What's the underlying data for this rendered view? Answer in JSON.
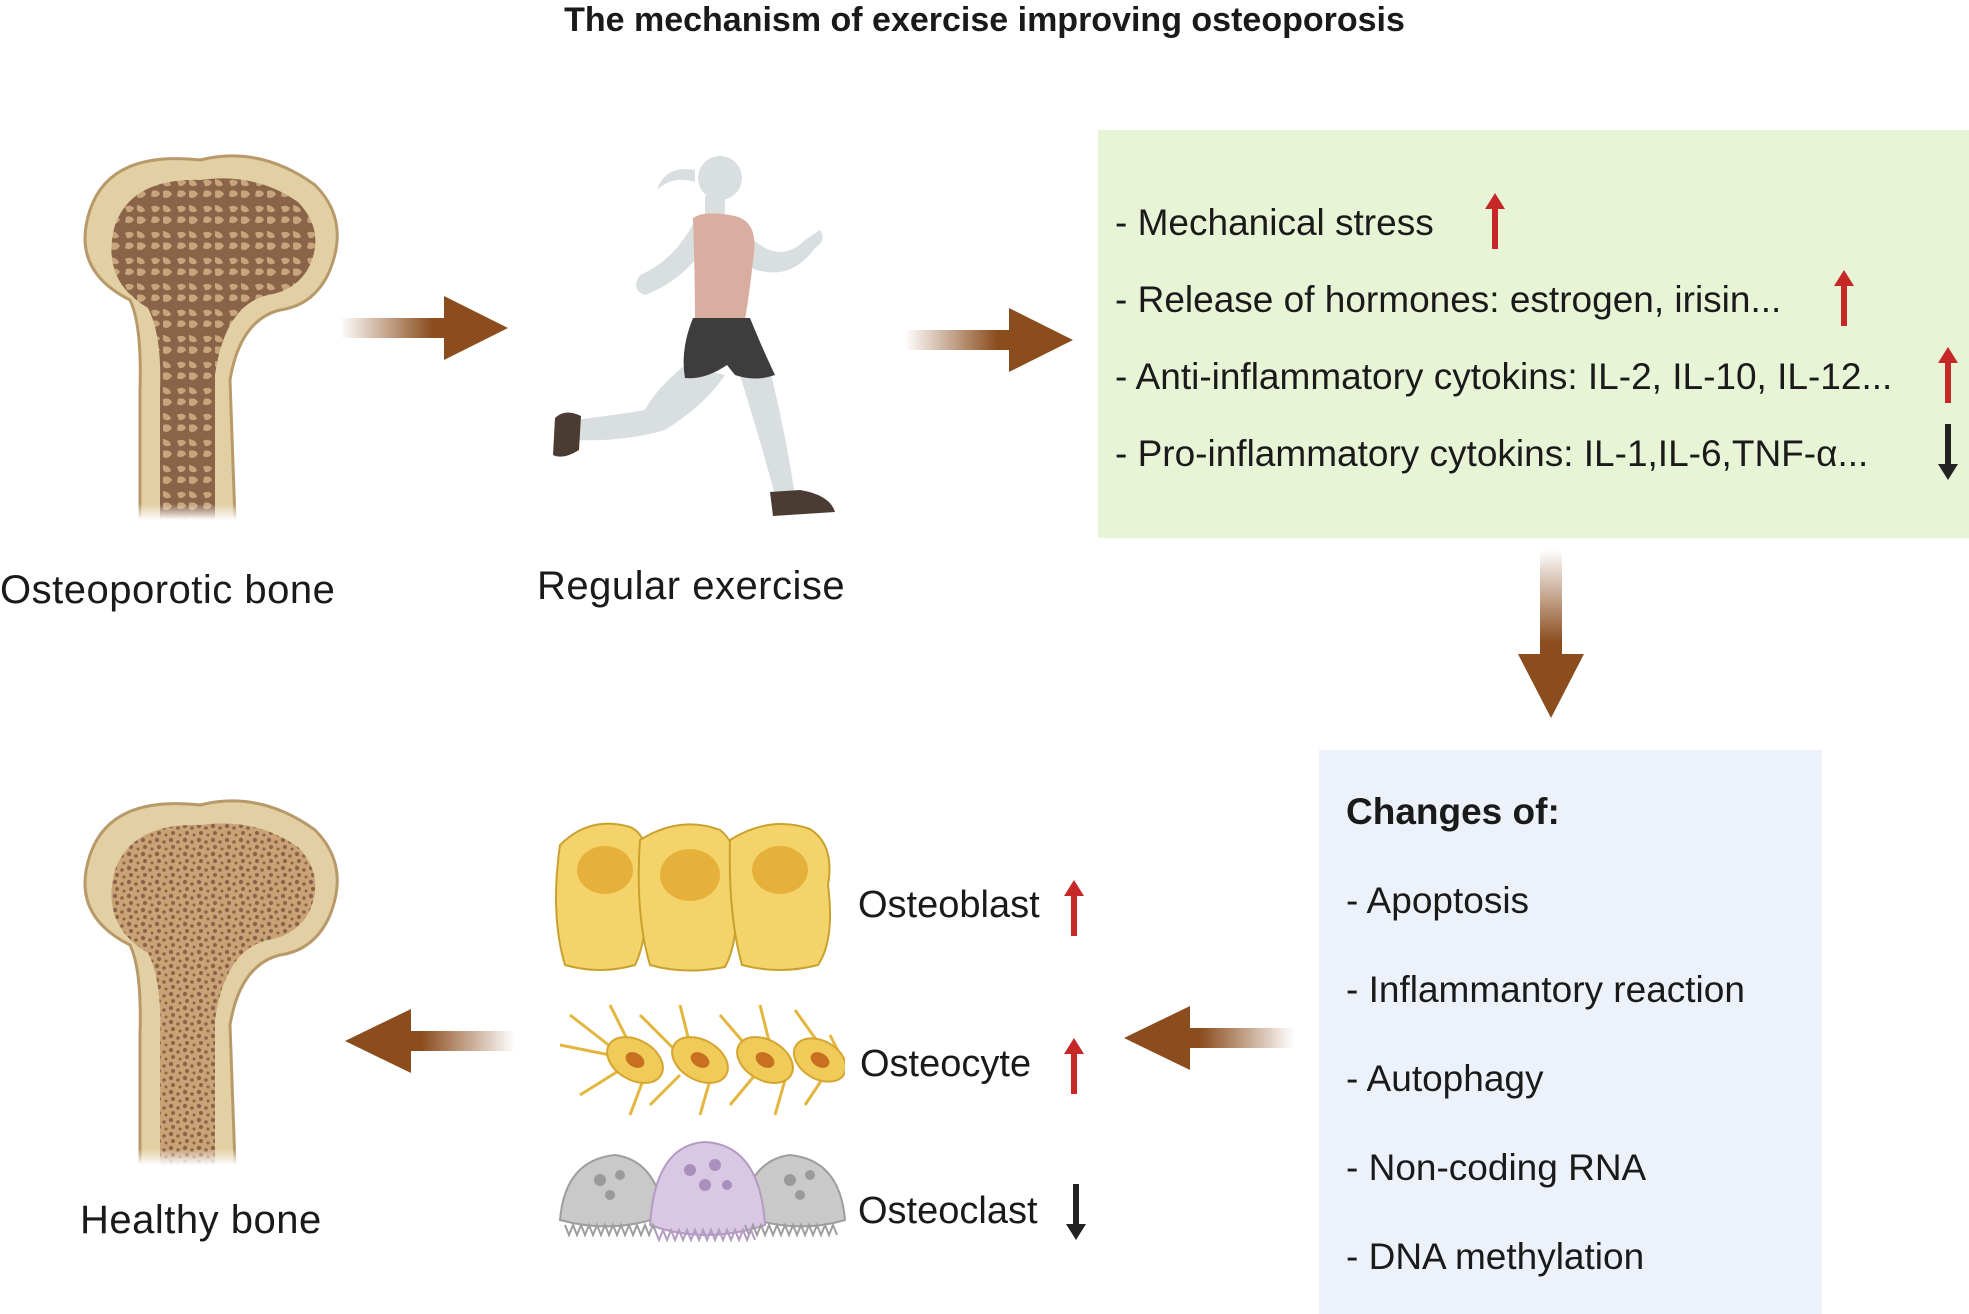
{
  "title": "The mechanism of exercise improving osteoporosis",
  "osteoporotic_bone": {
    "label": "Osteoporotic bone",
    "icon": "osteoporotic-femur-icon"
  },
  "regular_exercise": {
    "label": "Regular exercise",
    "icon": "runner-icon"
  },
  "exercise_effects": {
    "items": [
      {
        "text": "- Mechanical stress",
        "trend": "up"
      },
      {
        "text": "- Release of hormones: estrogen, irisin...",
        "trend": "up"
      },
      {
        "text": "- Anti-inflammatory cytokins: IL-2, IL-10, IL-12...",
        "trend": "up"
      },
      {
        "text": "- Pro-inflammatory cytokins: IL-1,IL-6,TNF-α...",
        "trend": "down"
      }
    ]
  },
  "changes": {
    "heading": "Changes of:",
    "items": [
      "- Apoptosis",
      "- Inflammantory reaction",
      "- Autophagy",
      "- Non-coding RNA",
      "- DNA methylation"
    ]
  },
  "cells": [
    {
      "label": "Osteoblast",
      "trend": "up",
      "icon": "osteoblast-icon"
    },
    {
      "label": "Osteocyte",
      "trend": "up",
      "icon": "osteocyte-icon"
    },
    {
      "label": "Osteoclast",
      "trend": "down",
      "icon": "osteoclast-icon"
    }
  ],
  "healthy_bone": {
    "label": "Healthy bone",
    "icon": "healthy-femur-icon"
  },
  "colors": {
    "flow_arrow": "#8b4d1e",
    "up_arrow": "#c62828",
    "down_arrow": "#222222",
    "effects_box": "#e8f4d6",
    "changes_box": "#edf2fa",
    "bone_outer": "#e2cfa3",
    "bone_porous": "#8a6448",
    "osteoblast": "#f5d36b",
    "osteoclast": "#d9c8e4"
  }
}
